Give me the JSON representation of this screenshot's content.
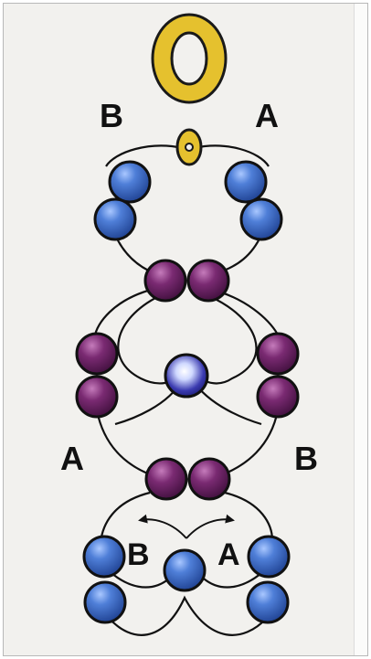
{
  "labels": {
    "top_left": "B",
    "top_right": "A",
    "mid_left": "A",
    "mid_right": "B",
    "bottom_left": "B",
    "bottom_right": "A"
  },
  "colors": {
    "ring": "#e5c12e",
    "blue_bead": "#2f5bb8",
    "purple_bead": "#6a1f66",
    "center_bead": "#2a2a9a",
    "thread": "#111111"
  }
}
